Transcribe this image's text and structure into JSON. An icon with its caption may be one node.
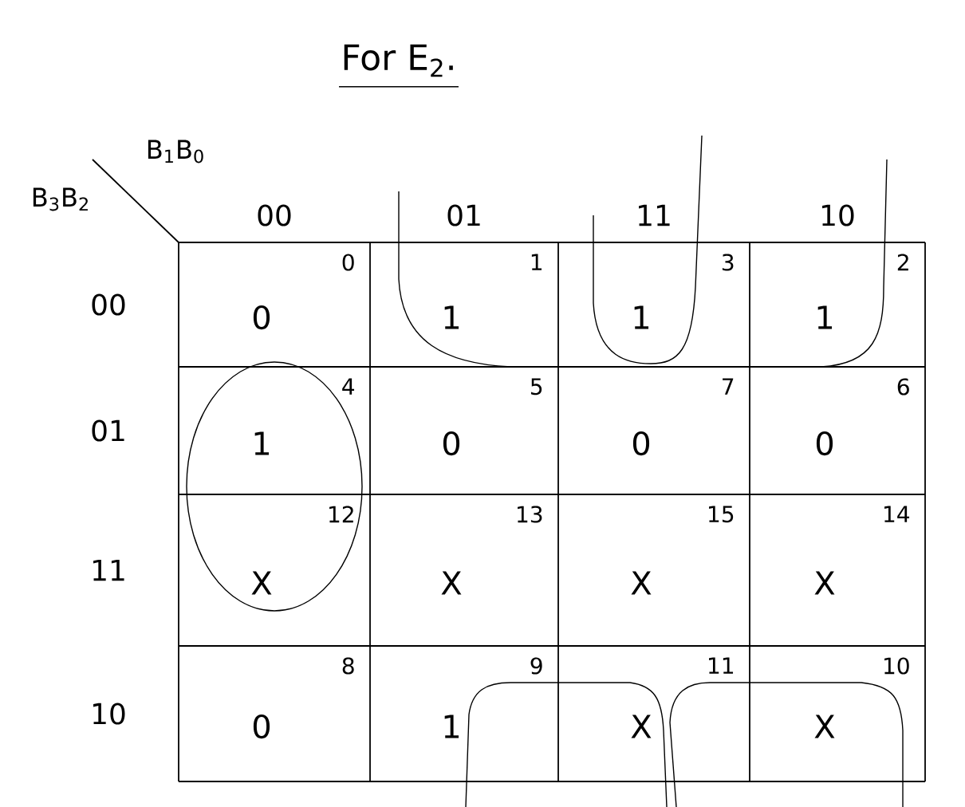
{
  "diagram": {
    "title": "For E$_{2}$.",
    "labels": [
      "B$_{1}$B$_{0}$",
      "B$_{3}$B$_{2}$",
      "00",
      "01",
      "11",
      "10",
      "00",
      "0",
      "0",
      "1",
      "1",
      "3",
      "1",
      "2",
      "1",
      "01",
      "4",
      "1",
      "5",
      "0",
      "7",
      "0",
      "6",
      "0",
      "11",
      "12",
      "X",
      "13",
      "X",
      "15",
      "X",
      "14",
      "X",
      "10",
      "8",
      "0",
      "9",
      "1",
      "11",
      "X",
      "10",
      "X"
    ]
  }
}
